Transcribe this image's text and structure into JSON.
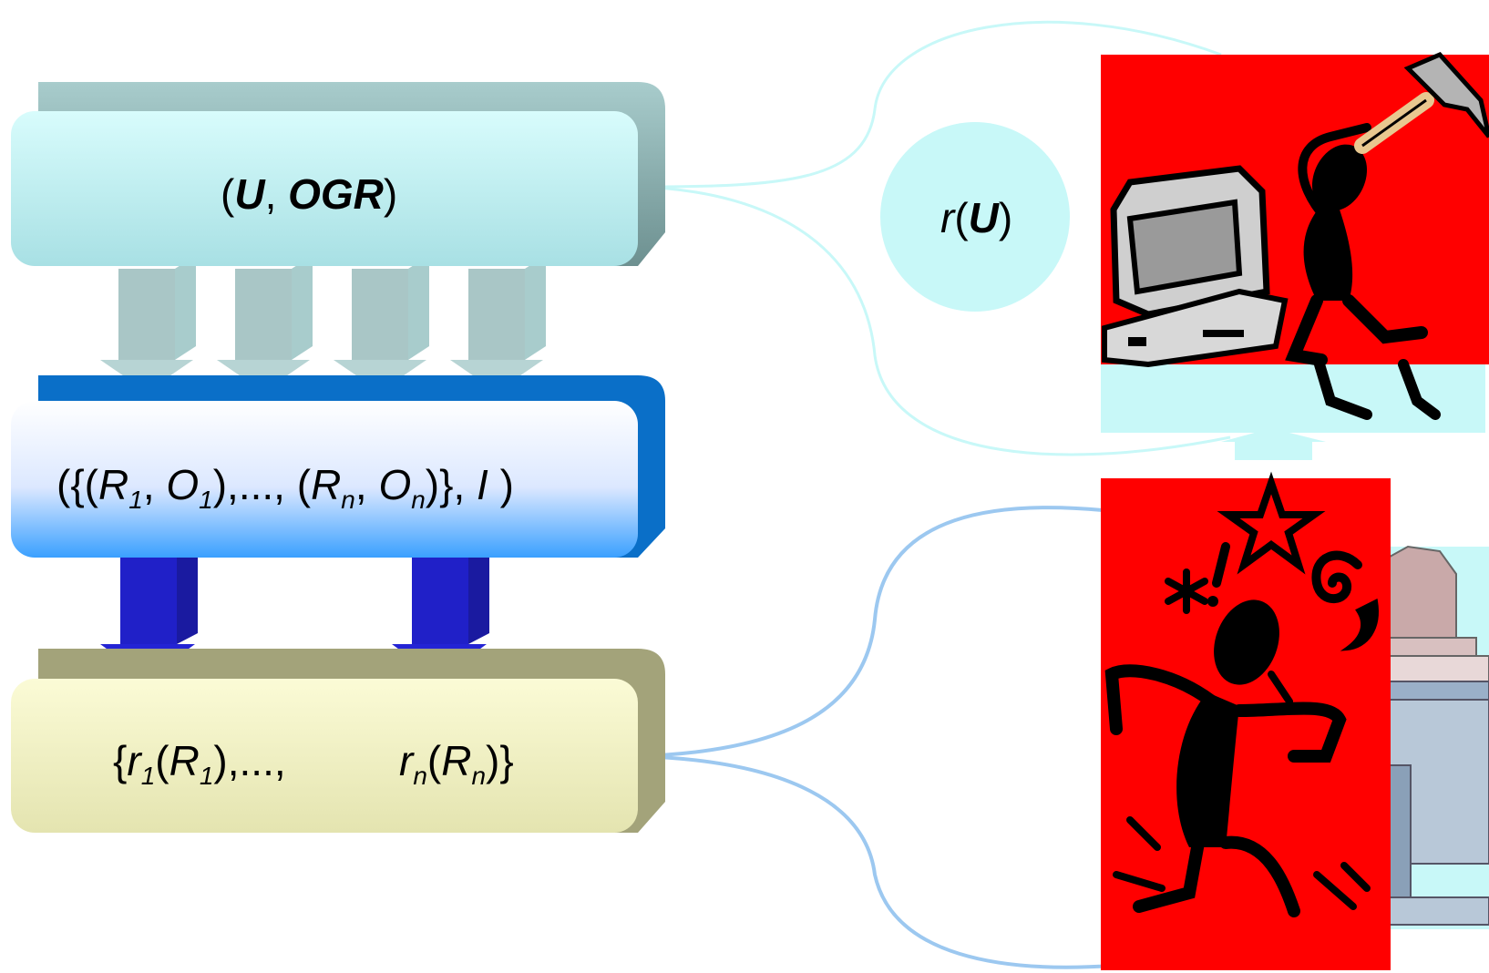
{
  "diagram": {
    "top_box": {
      "open": "(",
      "u": "U",
      "sep": ", ",
      "ogr": "OGR",
      "close": ")"
    },
    "middle_box": {
      "p1": "({(",
      "r": "R",
      "sub1": "1",
      "comma": ", ",
      "o": "O",
      "mid": "),..., (",
      "subn": "n",
      "end": ")}, ",
      "i": "I",
      "close": " )"
    },
    "bottom_box": {
      "left_open": "{",
      "r_small": "r",
      "sub1": "1",
      "paren_open": "(",
      "r_big": "R",
      "paren_close_dots": "),...,",
      "subn": "n",
      "close_brace": ")}"
    },
    "circle": {
      "r": "r",
      "open": "(",
      "u": "U",
      "close": ")"
    }
  },
  "colors": {
    "top_box": "#c8f8f8",
    "top_box_edge": "#7fa0a0",
    "middle_box_edge": "#0a6fc8",
    "bottom_box": "#f8f8c8",
    "bottom_box_edge": "#a3a37a",
    "arrow_light": "#a8cccc",
    "arrow_dark": "#2a2ad0",
    "clipart_bg": "#ff0000",
    "circle": "#c8f8f8"
  },
  "icons": [
    "computer-smash-clipart-icon",
    "angry-person-clipart-icon",
    "computer-desk-icon"
  ]
}
